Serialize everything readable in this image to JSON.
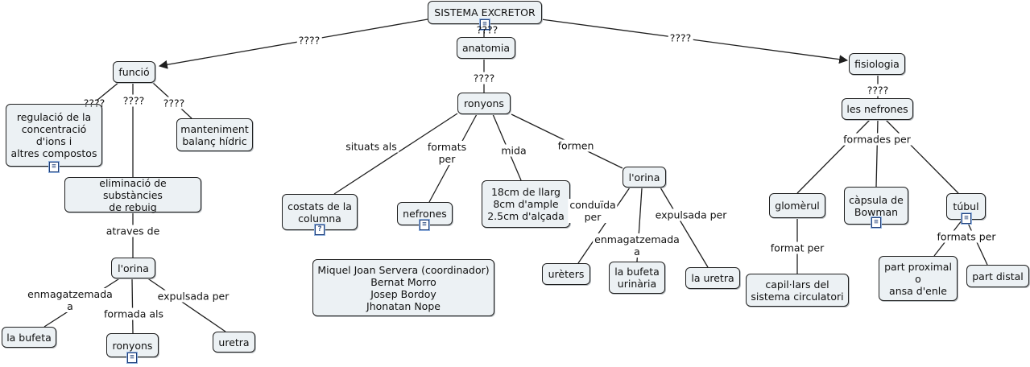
{
  "nodes": {
    "root": "SISTEMA EXCRETOR",
    "funcio": "funció",
    "anatomia": "anatomia",
    "fisiologia": "fisiologia",
    "regulacio": "regulació de la\nconcentració\nd'ions i\naltres compostos",
    "manteniment": "manteniment\nbalanç hídric",
    "eliminacio": "eliminació de substàncies\nde rebuig",
    "orina_left": "l'orina",
    "bufeta_left": "la bufeta",
    "ronyons_left": "ronyons",
    "uretra_left": "uretra",
    "ronyons_mid": "ronyons",
    "costats": "costats de la\ncolumna",
    "nefrones": "nefrones",
    "mida": "18cm de llarg\n8cm d'ample\n2.5cm d'alçada",
    "orina_mid": "l'orina",
    "ureters": "urèters",
    "bufeta_urinaria": "la bufeta\nurinària",
    "uretra_mid": "la uretra",
    "authors": "Miquel Joan Servera (coordinador)\nBernat Morro\nJosep Bordoy\nJhonatan Nope",
    "nefrones_right": "les nefrones",
    "glomerul": "glomèrul",
    "capsula": "càpsula de\nBowman",
    "tubul": "túbul",
    "capil": "capil·lars del\nsistema circulatori",
    "part_proximal": "part proximal\no\nansa d'enle",
    "part_distal": "part distal"
  },
  "links": {
    "root_funcio": "????",
    "root_anatomia": "????",
    "root_fisiologia": "????",
    "funcio_regulacio": "????",
    "funcio_eliminacio": "????",
    "funcio_manteniment": "????",
    "atraves_de": "atraves de",
    "enmagatzemada_left": "enmagatzemada\na",
    "formada_als": "formada als",
    "expulsada_left": "expulsada per",
    "anatomia_ronyons": "????",
    "situats_als": "situats als",
    "formats_per": "formats\nper",
    "mida": "mida",
    "formen": "formen",
    "conduida_per": "conduïda\nper",
    "enmagatzemada_mid": "enmagatzemada\na",
    "expulsada_mid": "expulsada per",
    "fisiologia_nefrones": "????",
    "formades_per": "formades per",
    "format_per": "format per",
    "formats_per_right": "formats per"
  },
  "icons": {
    "root": "document-icon",
    "regulacio": "document-icon",
    "ronyons_left": "document-icon",
    "costats": "question-icon",
    "nefrones": "document-icon",
    "capsula": "document-icon",
    "tubul": "document-icon"
  },
  "colors": {
    "node_fill": "#ecf1f4",
    "border": "#1f1f1f",
    "line": "#1f1f1f"
  }
}
